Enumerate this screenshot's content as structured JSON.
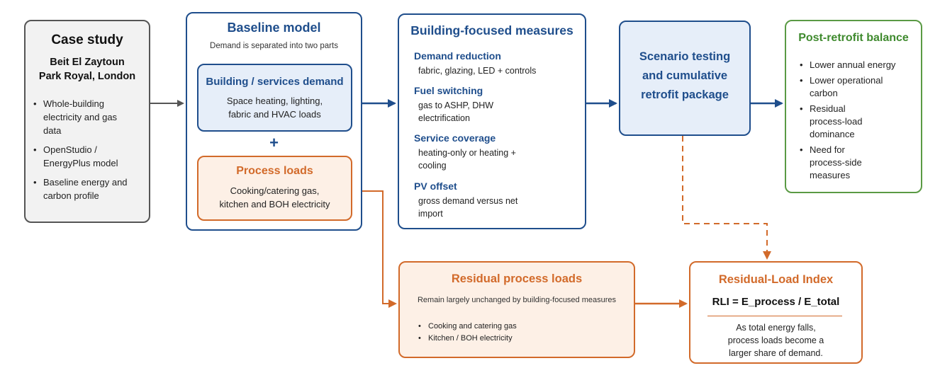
{
  "case_study": {
    "title": "Case study",
    "subtitle_line1": "Beit El Zaytoun",
    "subtitle_line2": "Park Royal, London",
    "bullets": [
      [
        "Whole-building",
        "electricity and gas",
        "data"
      ],
      [
        "OpenStudio /",
        "EnergyPlus model"
      ],
      [
        "Baseline energy and",
        "carbon profile"
      ]
    ]
  },
  "baseline": {
    "title": "Baseline model",
    "subtitle": "Demand is separated into two parts",
    "building_demand": {
      "title": "Building / services demand",
      "line1": "Space heating, lighting,",
      "line2": "fabric and HVAC loads"
    },
    "plus": "+",
    "process_loads": {
      "title": "Process loads",
      "line1": "Cooking/catering gas,",
      "line2": "kitchen and BOH electricity"
    }
  },
  "measures": {
    "title": "Building-focused measures",
    "items": [
      {
        "heading": "Demand reduction",
        "lines": [
          "fabric, glazing, LED + controls"
        ]
      },
      {
        "heading": "Fuel switching",
        "lines": [
          "gas to ASHP, DHW",
          "electrification"
        ]
      },
      {
        "heading": "Service coverage",
        "lines": [
          "heating-only or heating +",
          "cooling"
        ]
      },
      {
        "heading": "PV offset",
        "lines": [
          "gross demand versus net",
          "import"
        ]
      }
    ]
  },
  "scenario": {
    "line1": "Scenario testing",
    "line2": "and cumulative",
    "line3": "retrofit package"
  },
  "post": {
    "title": "Post-retrofit balance",
    "bullets": [
      [
        "Lower annual energy"
      ],
      [
        "Lower operational",
        "carbon"
      ],
      [
        "Residual",
        "process-load",
        "dominance"
      ],
      [
        "Need for",
        "process-side",
        "measures"
      ]
    ]
  },
  "residual": {
    "title": "Residual process loads",
    "subtitle": "Remain largely unchanged by building-focused measures",
    "bullets": [
      "Cooking and catering gas",
      "Kitchen / BOH electricity"
    ]
  },
  "rli": {
    "title": "Residual-Load Index",
    "formula": "RLI = E_process / E_total",
    "line1": "As total energy falls,",
    "line2": "process loads become a",
    "line3": "larger share of demand."
  },
  "colors": {
    "blue": "#1f4e8c",
    "orange": "#d26a2a",
    "green": "#5a9a44",
    "gray": "#555555"
  }
}
